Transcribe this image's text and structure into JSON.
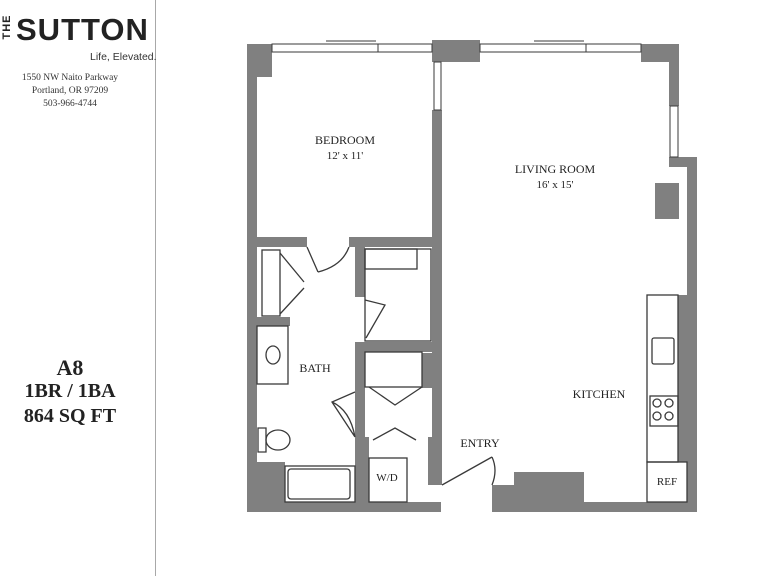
{
  "brand": {
    "prefix": "THE",
    "name": "SUTTON",
    "tagline": "Life, Elevated."
  },
  "address": {
    "street": "1550 NW Naito Parkway",
    "city": "Portland, OR 97209",
    "phone": "503-966-4744"
  },
  "unit": {
    "name": "A8",
    "beds_baths": "1BR / 1BA",
    "area": "864 SQ FT"
  },
  "rooms": {
    "bedroom": {
      "label": "BEDROOM",
      "size": "12' x 11'"
    },
    "living": {
      "label": "LIVING ROOM",
      "size": "16' x 15'"
    },
    "kitchen": "KITCHEN",
    "bath": "BATH",
    "entry": "ENTRY",
    "washer_dryer": "W/D",
    "refrigerator": "REF"
  },
  "colors": {
    "wall": "#808080",
    "line": "#3a3a3a",
    "divider": "#a8a8a8",
    "background": "#ffffff"
  }
}
